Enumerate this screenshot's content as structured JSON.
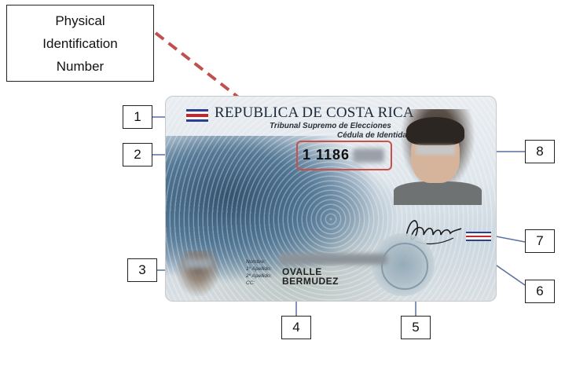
{
  "title_label": {
    "lines": [
      "Physical",
      "Identification",
      "Number"
    ]
  },
  "callouts": [
    "1",
    "2",
    "3",
    "4",
    "5",
    "6",
    "7",
    "8"
  ],
  "card": {
    "country": "REPUBLICA DE COSTA RICA",
    "agency": "Tribunal Supremo de Elecciones",
    "document": "Cédula de Identidad",
    "id_number": "1 1186",
    "field_labels": [
      "Nombre:",
      "1º Apellido:",
      "2º Apellido:",
      "CC:"
    ],
    "surname_1": "OVALLE",
    "surname_2": "BERMUDEZ",
    "signature": "Ovalle"
  },
  "colors": {
    "flag_blue": "#2a3f8f",
    "flag_white": "#ffffff",
    "flag_red": "#c8242b",
    "highlight": "#c9514a",
    "arrow": "#c0504d"
  }
}
